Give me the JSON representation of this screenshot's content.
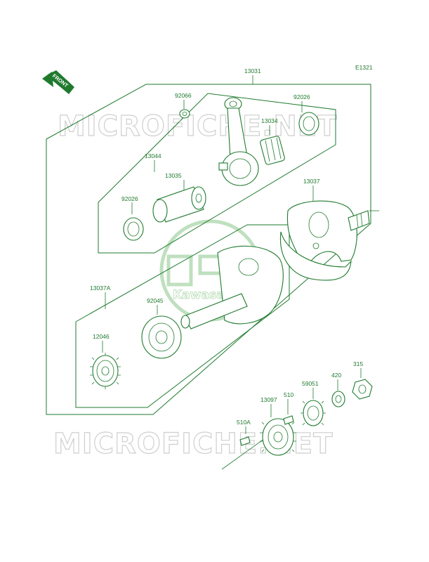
{
  "diagram_code": "E1321",
  "front_marker": "FRONT",
  "watermark": {
    "text": "MICROFICHE.NET",
    "logo_text": "Kawasaki"
  },
  "parts": {
    "p13031": "13031",
    "p92066": "92066",
    "p92026_top": "92026",
    "p13034": "13034",
    "p13044": "13044",
    "p13035": "13035",
    "p92026_left": "92026",
    "p13037": "13037",
    "p13037A": "13037A",
    "p92045": "92045",
    "p12046": "12046",
    "p13097": "13097",
    "p510": "510",
    "p510A": "510A",
    "p59051": "59051",
    "p420": "420",
    "p315": "315"
  },
  "colors": {
    "line": "#1f7a2e",
    "watermark": "#cfcfcf",
    "logo": "#bfe0bf"
  }
}
